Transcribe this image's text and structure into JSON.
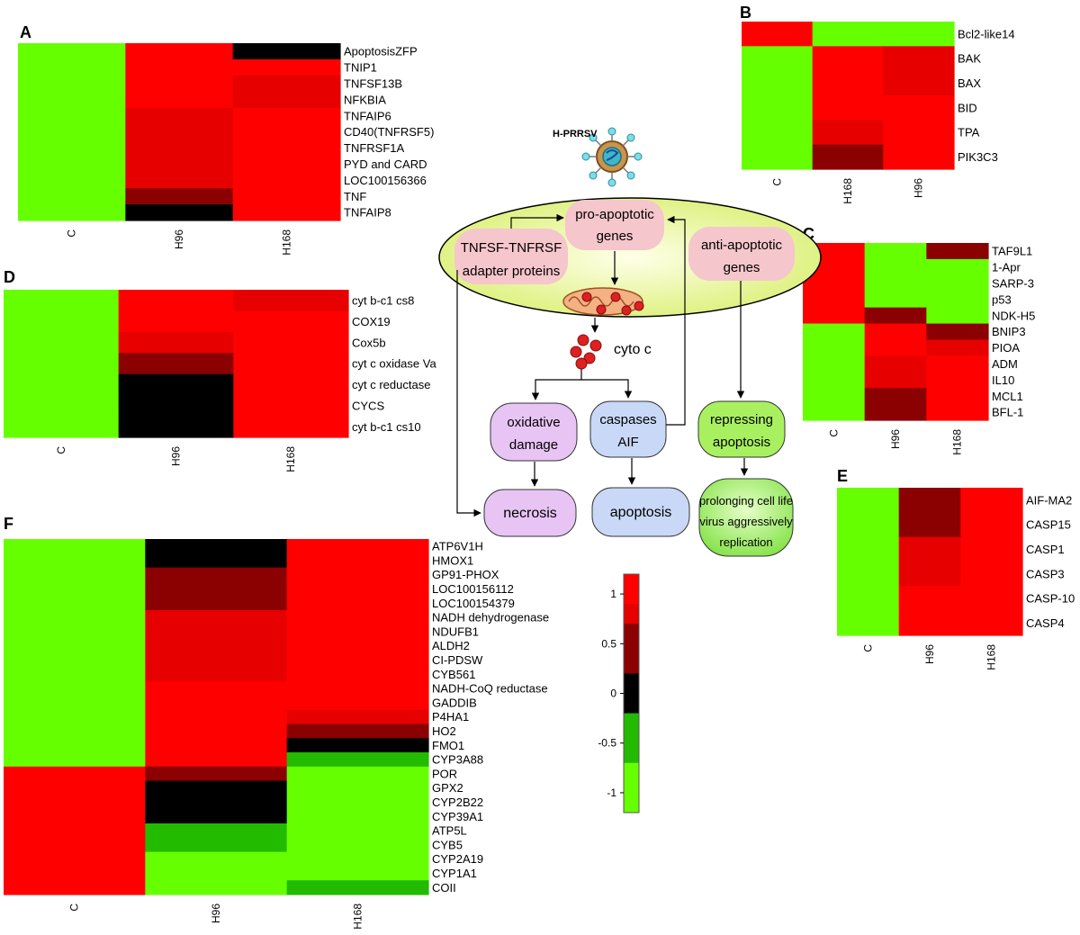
{
  "colors": {
    "high": "#ff0000",
    "mid_high": "#e60000",
    "dark_red": "#8b0000",
    "black": "#000000",
    "green": "#66ff00",
    "mid_green": "#22bb00",
    "diagram_oval": "#ffffc0",
    "diagram_pink": "#f5c6cb",
    "diagram_purple": "#e8c4f4",
    "diagram_blue": "#c9d8f7",
    "diagram_green": "#a8f060"
  },
  "chart_data": [
    {
      "type": "heatmap",
      "panel": "A",
      "columns": [
        "C",
        "H96",
        "H168"
      ],
      "rows": [
        "ApoptosisZFP",
        "TNIP1",
        "TNFSF13B",
        "NFKBIA",
        "TNFAIP6",
        "CD40(TNFRSF5)",
        "TNFRSF1A",
        "PYD and CARD",
        "LOC100156366",
        "TNF",
        "TNFAIP8"
      ],
      "values": [
        [
          -1,
          1,
          0
        ],
        [
          -1,
          1,
          1
        ],
        [
          -1,
          1,
          0.9
        ],
        [
          -1,
          1,
          0.9
        ],
        [
          -1,
          0.9,
          1
        ],
        [
          -1,
          0.9,
          1
        ],
        [
          -1,
          0.9,
          1
        ],
        [
          -1,
          0.9,
          1
        ],
        [
          -1,
          0.9,
          1
        ],
        [
          -1,
          0.3,
          1
        ],
        [
          -1,
          0,
          1
        ]
      ]
    },
    {
      "type": "heatmap",
      "panel": "B",
      "columns": [
        "C",
        "H168",
        "H96"
      ],
      "rows": [
        "Bcl2-like14",
        "BAK",
        "BAX",
        "BID",
        "TPA",
        "PIK3C3"
      ],
      "values": [
        [
          1,
          -0.8,
          -1
        ],
        [
          -1,
          1,
          0.9
        ],
        [
          -1,
          1,
          0.9
        ],
        [
          -1,
          1,
          1
        ],
        [
          -1,
          0.9,
          1
        ],
        [
          -1,
          0.3,
          1
        ]
      ]
    },
    {
      "type": "heatmap",
      "panel": "C",
      "columns": [
        "C",
        "H96",
        "H168"
      ],
      "rows": [
        "TAF9L1",
        "1-Apr",
        "SARP-3",
        "p53",
        "NDK-H5",
        "BNIP3",
        "PIOA",
        "ADM",
        "IL10",
        "MCL1",
        "BFL-1"
      ],
      "values": [
        [
          1,
          -1,
          0.3
        ],
        [
          1,
          -1,
          -0.8
        ],
        [
          1,
          -1,
          -1
        ],
        [
          1,
          -1,
          -1
        ],
        [
          1,
          0.3,
          -1
        ],
        [
          -1,
          1,
          0.3
        ],
        [
          -1,
          1,
          0.9
        ],
        [
          -1,
          0.9,
          1
        ],
        [
          -1,
          0.9,
          1
        ],
        [
          -1,
          0.3,
          1
        ],
        [
          -1,
          0.3,
          1
        ]
      ]
    },
    {
      "type": "heatmap",
      "panel": "D",
      "columns": [
        "C",
        "H96",
        "H168"
      ],
      "rows": [
        "cyt b-c1 cs8",
        "COX19",
        "Cox5b",
        "cyt c oxidase Va",
        "cyt c reductase",
        "CYCS",
        "cyt b-c1 cs10"
      ],
      "values": [
        [
          -1,
          1,
          0.9
        ],
        [
          -1,
          1,
          1
        ],
        [
          -1,
          0.9,
          1
        ],
        [
          -1,
          0.3,
          1
        ],
        [
          -1,
          0,
          1
        ],
        [
          -1,
          0,
          1
        ],
        [
          -1,
          0,
          1
        ]
      ]
    },
    {
      "type": "heatmap",
      "panel": "E",
      "columns": [
        "C",
        "H96",
        "H168"
      ],
      "rows": [
        "AIF-MA2",
        "CASP15",
        "CASP1",
        "CASP3",
        "CASP-10",
        "CASP4"
      ],
      "values": [
        [
          -1,
          0.3,
          1
        ],
        [
          -1,
          0.3,
          1
        ],
        [
          -1,
          0.9,
          1
        ],
        [
          -1,
          0.9,
          1
        ],
        [
          -1,
          1,
          1
        ],
        [
          -1,
          1,
          1
        ]
      ]
    },
    {
      "type": "heatmap",
      "panel": "F",
      "columns": [
        "C",
        "H96",
        "H168"
      ],
      "rows": [
        "ATP6V1H",
        "HMOX1",
        "GP91-PHOX",
        "LOC100156112",
        "LOC100154379",
        "NADH dehydrogenase",
        "NDUFB1",
        "ALDH2",
        "CI-PDSW",
        "CYB561",
        "NADH-CoQ reductase",
        "GADDIB",
        "P4HA1",
        "HO2",
        "FMO1",
        "CYP3A88",
        "POR",
        "GPX2",
        "CYP2B22",
        "CYP39A1",
        "ATP5L",
        "CYB5",
        "CYP2A19",
        "CYP1A1",
        "COII"
      ],
      "values": [
        [
          -1,
          0,
          1
        ],
        [
          -1,
          0,
          1
        ],
        [
          -1,
          0.3,
          1
        ],
        [
          -1,
          0.3,
          1
        ],
        [
          -1,
          0.3,
          1
        ],
        [
          -1,
          0.9,
          1
        ],
        [
          -1,
          0.9,
          1
        ],
        [
          -1,
          0.9,
          1
        ],
        [
          -1,
          0.9,
          1
        ],
        [
          -1,
          0.9,
          1
        ],
        [
          -1,
          1,
          1
        ],
        [
          -1,
          1,
          1
        ],
        [
          -1,
          1,
          0.9
        ],
        [
          -1,
          1,
          0.3
        ],
        [
          -1,
          1,
          0
        ],
        [
          -1,
          1,
          -0.7
        ],
        [
          1,
          0.3,
          -1
        ],
        [
          1,
          0,
          -1
        ],
        [
          1,
          0,
          -1
        ],
        [
          1,
          0,
          -1
        ],
        [
          1,
          -0.7,
          -1
        ],
        [
          1,
          -0.7,
          -1
        ],
        [
          1,
          -0.9,
          -1
        ],
        [
          1,
          -1,
          -0.9
        ],
        [
          1,
          -1,
          -0.7
        ]
      ]
    }
  ],
  "panel_letters": [
    "A",
    "B",
    "C",
    "D",
    "E",
    "F"
  ],
  "color_scale": {
    "ticks": [
      "1",
      "0.5",
      "0",
      "-0.5",
      "-1"
    ],
    "tick_values": [
      1,
      0.5,
      0,
      -0.5,
      -1
    ],
    "range": [
      -1.2,
      1.2
    ]
  },
  "diagram": {
    "virus_label": "H-PRRSV",
    "pro_apoptotic": [
      "pro-apoptotic",
      "genes"
    ],
    "adapter": [
      "TNFSF-TNFRSF",
      "adapter proteins"
    ],
    "anti_apoptotic": [
      "anti-apoptotic",
      "genes"
    ],
    "cyto_c": "cyto c",
    "oxidative": [
      "oxidative",
      "damage"
    ],
    "caspases": [
      "caspases",
      "AIF"
    ],
    "repressing": [
      "repressing",
      "apoptosis"
    ],
    "necrosis": "necrosis",
    "apoptosis": "apoptosis",
    "prolonging": [
      "prolonging cell life",
      "virus aggressively",
      "replication"
    ]
  }
}
